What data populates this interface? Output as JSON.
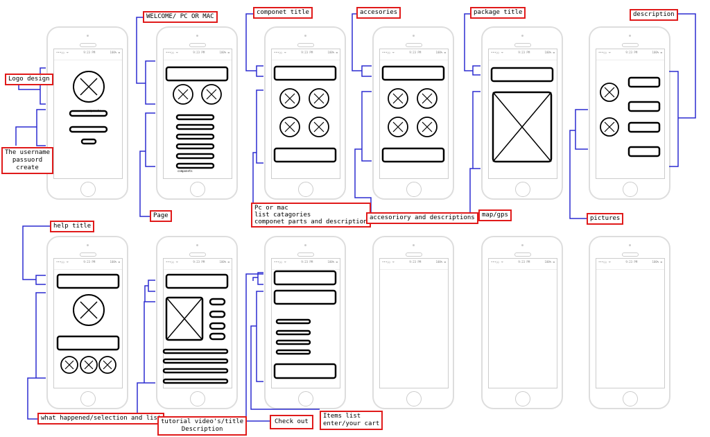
{
  "status_bar": {
    "signal": "•••○○ ᯤ",
    "time": "9:23 PM",
    "battery": "100% ▬"
  },
  "screen_text": {
    "componets": "componets"
  },
  "labels": {
    "logo_design": "Logo design",
    "username": "The username\npassuord\ncreate",
    "welcome": "WELCOME/ PC OR MAC",
    "page": "Page",
    "componet_title": "componet title",
    "pc_or_mac": "Pc or mac\nlist catagories\ncomponet parts and description",
    "accesories": "accesories",
    "accesoriory": "accesoriory and descriptions",
    "package_title": "package title",
    "map_gps": "map/gps",
    "description": "description",
    "pictures": "pictures",
    "help_title": "help title",
    "what_happened": "what happened/selection and list",
    "tutorial": "tutorial video's/title\nDescription",
    "check_out": "Check out",
    "items_list": "Items list\nenter/your cart"
  },
  "colors": {
    "connector": "#2b2bd0",
    "label_border": "#e01a1a"
  }
}
